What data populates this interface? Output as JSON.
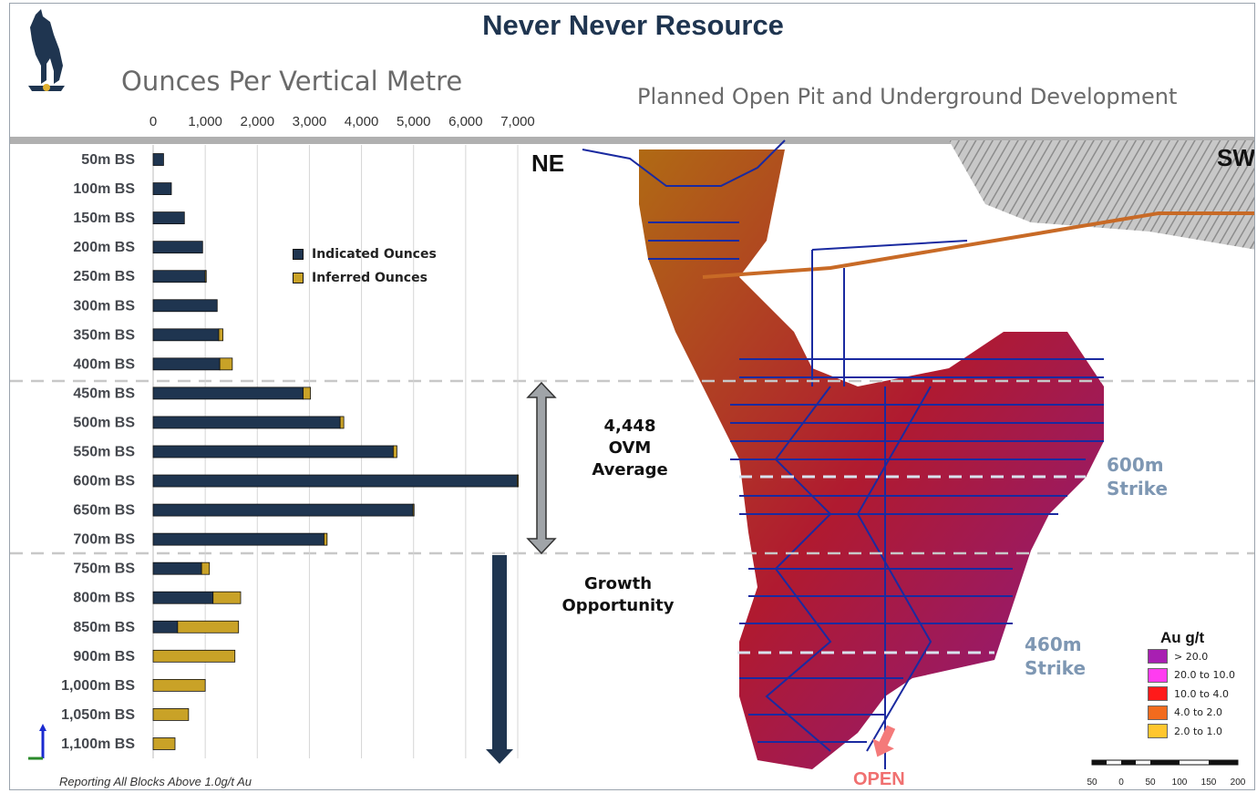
{
  "page": {
    "title": "Never Never Resource",
    "right_subtitle": "Planned Open Pit and Underground Development",
    "footnote": "Reporting All Blocks Above 1.0g/t Au"
  },
  "chart_data": {
    "type": "bar",
    "orientation": "horizontal",
    "stacked": true,
    "title": "Ounces Per Vertical Metre",
    "categories": [
      "50m BS",
      "100m BS",
      "150m BS",
      "200m BS",
      "250m BS",
      "300m BS",
      "350m BS",
      "400m BS",
      "450m BS",
      "500m BS",
      "550m BS",
      "600m BS",
      "650m BS",
      "700m BS",
      "750m BS",
      "800m BS",
      "850m BS",
      "900m BS",
      "1,000m BS",
      "1,050m BS",
      "1,100m BS"
    ],
    "series": [
      {
        "name": "Indicated Ounces",
        "color": "#1f3550",
        "values": [
          200,
          350,
          600,
          950,
          1000,
          1230,
          1260,
          1280,
          2880,
          3590,
          4610,
          6990,
          4990,
          3280,
          930,
          1150,
          470,
          0,
          0,
          0,
          0
        ]
      },
      {
        "name": "Inferred Ounces",
        "color": "#c9a227",
        "values": [
          0,
          0,
          0,
          0,
          20,
          0,
          80,
          240,
          140,
          70,
          70,
          20,
          20,
          60,
          150,
          530,
          1170,
          1570,
          1000,
          680,
          420
        ]
      }
    ],
    "x_ticks": [
      "0",
      "1,000",
      "2,000",
      "3,000",
      "4,000",
      "5,000",
      "6,000",
      "7,000"
    ],
    "xlim": [
      0,
      7000
    ],
    "legend_position": "right",
    "grid": true,
    "annotations": [
      {
        "text_lines": [
          "4,448",
          "OVM",
          "Average"
        ]
      },
      {
        "text_lines": [
          "Growth",
          "Opportunity"
        ]
      }
    ]
  },
  "section": {
    "ne_label": "NE",
    "sw_label": "SW",
    "strike_600": [
      "600m",
      "Strike"
    ],
    "strike_460": [
      "460m",
      "Strike"
    ],
    "open_label": "OPEN",
    "au_legend": {
      "title": "Au g/t",
      "items": [
        {
          "label": "> 20.0",
          "color": "#a81fb2"
        },
        {
          "label": "20.0 to 10.0",
          "color": "#ff3cf0"
        },
        {
          "label": "10.0 to 4.0",
          "color": "#ff1a1a"
        },
        {
          "label": "4.0 to 2.0",
          "color": "#f26b1d"
        },
        {
          "label": "2.0 to 1.0",
          "color": "#ffc62e"
        }
      ]
    },
    "scale_ticks": [
      "50",
      "0",
      "50",
      "100",
      "150",
      "200"
    ]
  }
}
